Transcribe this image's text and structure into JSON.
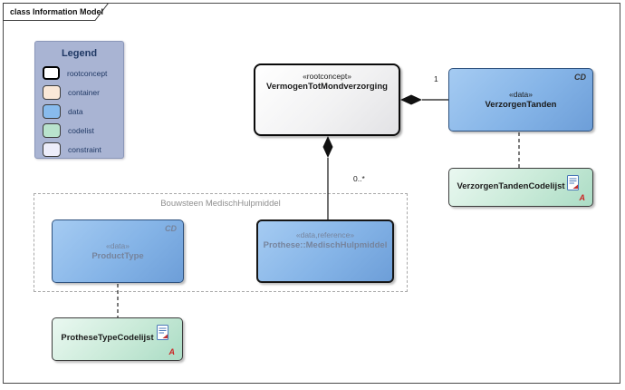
{
  "frame": {
    "tab_label": "class Information Model"
  },
  "legend": {
    "title": "Legend",
    "items": [
      {
        "label": "rootconcept"
      },
      {
        "label": "container"
      },
      {
        "label": "data"
      },
      {
        "label": "codelist"
      },
      {
        "label": "constraint"
      }
    ]
  },
  "nodes": {
    "rootconcept": {
      "stereotype": "«rootconcept»",
      "name": "VermogenTotMondverzorging"
    },
    "verzorgen_tanden": {
      "stereotype": "«data»",
      "name": "VerzorgenTanden",
      "badge": "CD"
    },
    "verzorgen_tanden_codelijst": {
      "name": "VerzorgenTandenCodelijst",
      "marker": "A"
    },
    "bouwsteen": {
      "title": "Bouwsteen MedischHulpmiddel"
    },
    "product_type": {
      "stereotype": "«data»",
      "name": "ProductType",
      "badge": "CD"
    },
    "medisch_hulpmiddel": {
      "stereotype": "«data,reference»",
      "name": "Prothese::MedischHulpmiddel"
    },
    "prothese_type_codelijst": {
      "name": "ProtheseTypeCodelijst",
      "marker": "A"
    }
  },
  "connectors": {
    "verzorgen_tanden_multiplicity": "1",
    "medisch_hulpmiddel_multiplicity": "0..*"
  },
  "colors": {
    "legend-bg": "#a9b4d3",
    "accent-navy": "#1f3864",
    "rootconcept": "#ffffff",
    "container": "#fae8d8",
    "data": "#88bbed",
    "codelist": "#b9e3cd",
    "constraint": "#ededfa"
  }
}
